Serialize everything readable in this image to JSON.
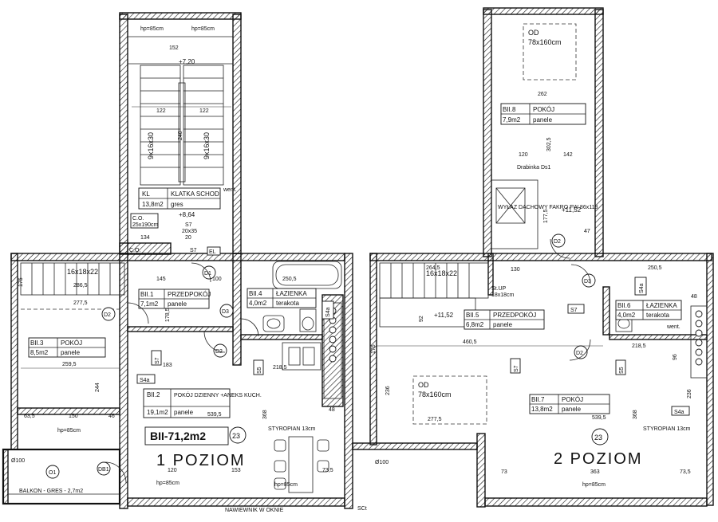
{
  "title": {
    "apartment": "BII-71,2m2",
    "number": "23",
    "level1": "1 POZIOM",
    "level2": "2 POZIOM"
  },
  "rooms": [
    {
      "id": "KL",
      "name": "KLATKA SCHOD.",
      "area": "13,8m2",
      "finish": "gres"
    },
    {
      "id": "BII.1",
      "name": "PRZEDPOKÓJ",
      "area": "7,1m2",
      "finish": "panele"
    },
    {
      "id": "BII.2",
      "name": "POKÓJ DZIENNY +ANEKS KUCH.",
      "area": "19,1m2",
      "finish": "panele"
    },
    {
      "id": "BII.3",
      "name": "POKÓJ",
      "area": "8,5m2",
      "finish": "panele"
    },
    {
      "id": "BII.4",
      "name": "ŁAZIENKA",
      "area": "4,0m2",
      "finish": "terakota"
    },
    {
      "id": "BII.5",
      "name": "PRZEDPOKÓJ",
      "area": "6,8m2",
      "finish": "panele"
    },
    {
      "id": "BII.6",
      "name": "ŁAZIENKA",
      "area": "4,0m2",
      "finish": "terakota"
    },
    {
      "id": "BII.7",
      "name": "POKÓJ",
      "area": "13,8m2",
      "finish": "panele"
    },
    {
      "id": "BII.8",
      "name": "POKÓJ",
      "area": "7,9m2",
      "finish": "panele"
    }
  ],
  "labels": {
    "hp85_1": "hp=85cm",
    "hp85_2": "hp=85cm",
    "hp85_3": "hp=85cm",
    "hp85_4": "hp=85cm",
    "hp85_5": "hp=85cm",
    "hp85_6": "hp=85cm",
    "level_720": "+7,20",
    "level_864": "+8,64",
    "level_1152a": "+11,52",
    "level_1152b": "+11,52",
    "stairs_a": "9x16x30",
    "stairs_b": "9x16x30",
    "steps_a": "16x18x22",
    "steps_b": "16x18x22",
    "co_label": "C.O.",
    "co_size": "25x190cm",
    "co_short": "C.O.",
    "el": "EL",
    "s7_size": "S7",
    "s7_dim": "20x35",
    "went1": "went.",
    "went2": "went.",
    "od1": "OD",
    "od1_size": "78x160cm",
    "od2": "OD",
    "od2_size": "78x160cm",
    "drabinka": "Drabinka  Ds1",
    "wylaz": "WYŁAZ DACHOWY FAKRO FW 86x118",
    "stup": "St.UP",
    "stup_size": "18x18cm",
    "styropian1": "STYROPIAN 13cm",
    "styropian2": "STYROPIAN 13cm",
    "balkon": "BALKON - GRES - 2,7m2",
    "nawiewnik": "NAWIEWNIK W OKNIE",
    "sc": "SCt",
    "s4a_1": "S4a",
    "s4a_2": "S4a",
    "s4a_3": "S4a",
    "s4a_4": "S4a",
    "s5_1": "S5",
    "s5_2": "S5",
    "s7_1": "S7",
    "s7_2": "S7",
    "s7_3": "S7",
    "s7_4": "S7",
    "d1": "D1",
    "d2a": "D2",
    "d2b": "D2",
    "d2c": "D2",
    "d2d": "D2",
    "d3a": "D3",
    "d3b": "D3",
    "o1": "O1",
    "db1": "DB1",
    "phi100a": "Ø100",
    "phi100b": "Ø100"
  },
  "dimensions": {
    "d122": "122",
    "d240": "240",
    "d152": "152",
    "d134": "134",
    "d20": "20",
    "d145": "145",
    "d100": "100",
    "d2505a": "250,5",
    "d2775a": "277,5",
    "d2865": "286,5",
    "d2595": "259,5",
    "d1785": "178,5",
    "d183": "183",
    "d2185a": "218,5",
    "d5395a": "539,5",
    "d635": "63,5",
    "d150": "150",
    "d46": "46",
    "d244": "244",
    "d368a": "368",
    "d48a": "48",
    "d120a": "120",
    "d153": "153",
    "d735a": "73,5",
    "d262": "262",
    "d3025": "302,5",
    "d142": "142",
    "d120b": "120",
    "d4605": "460,5",
    "d2775b": "277,5",
    "d5395b": "539,5",
    "d2185b": "218,5",
    "d2505b": "250,5",
    "d130": "130",
    "d368b": "368",
    "d236a": "236",
    "d236b": "236",
    "d73": "73",
    "d363": "363",
    "d735b": "73,5",
    "d48b": "48",
    "d96": "96",
    "d176": "176",
    "d92": "92",
    "d2645": "264,5",
    "d175": "175",
    "d2775c": "277,5",
    "d1775": "177,5",
    "d47": "47"
  }
}
